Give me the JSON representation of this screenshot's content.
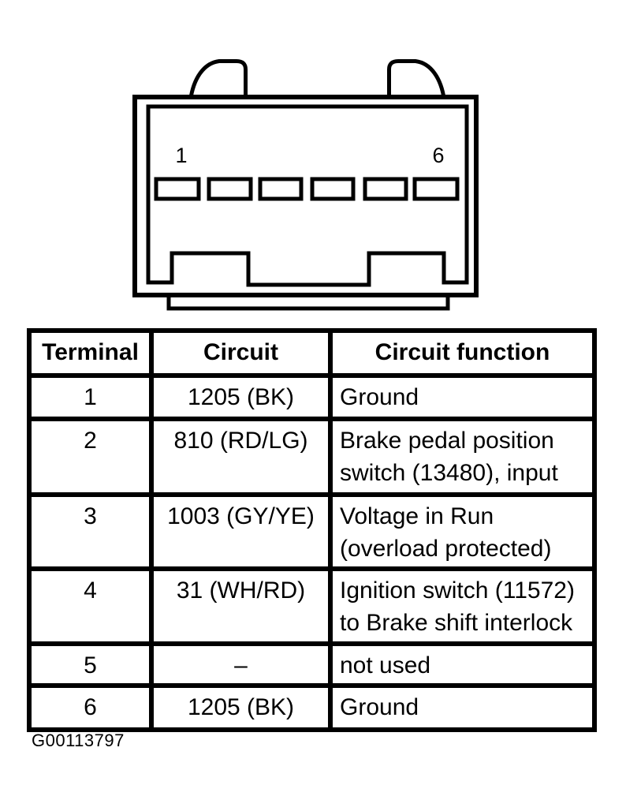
{
  "connector": {
    "pin_count": 6,
    "pin_first_label": "1",
    "pin_last_label": "6"
  },
  "table": {
    "headers": [
      "Terminal",
      "Circuit",
      "Circuit function"
    ],
    "rows": [
      {
        "terminal": "1",
        "circuit": "1205 (BK)",
        "function": "Ground"
      },
      {
        "terminal": "2",
        "circuit": "810 (RD/LG)",
        "function": "Brake pedal position\nswitch (13480), input"
      },
      {
        "terminal": "3",
        "circuit": "1003 (GY/YE)",
        "function": "Voltage in Run\n(overload protected)"
      },
      {
        "terminal": "4",
        "circuit": "31 (WH/RD)",
        "function": "Ignition switch (11572)\nto Brake shift interlock"
      },
      {
        "terminal": "5",
        "circuit": "–",
        "function": "not used"
      },
      {
        "terminal": "6",
        "circuit": "1205 (BK)",
        "function": "Ground"
      }
    ]
  },
  "figure_id": "G00113797",
  "colors": {
    "ink": "#000000",
    "paper": "#ffffff"
  }
}
